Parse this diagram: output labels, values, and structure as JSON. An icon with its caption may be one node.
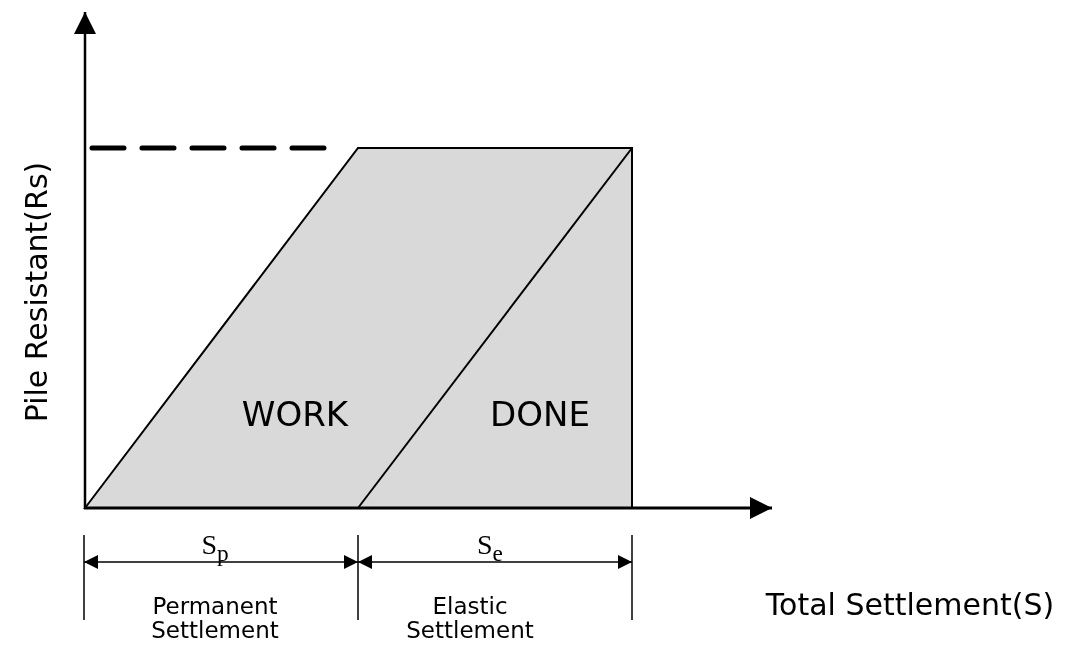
{
  "diagram": {
    "labels": [
      "Pile Resistant(Rs)",
      "WORK",
      "DONE",
      "S$_{p}$",
      "S$_{e}$",
      "Total Settlement(S)",
      "Permanent Settlement",
      "Elastic Settlement"
    ]
  }
}
